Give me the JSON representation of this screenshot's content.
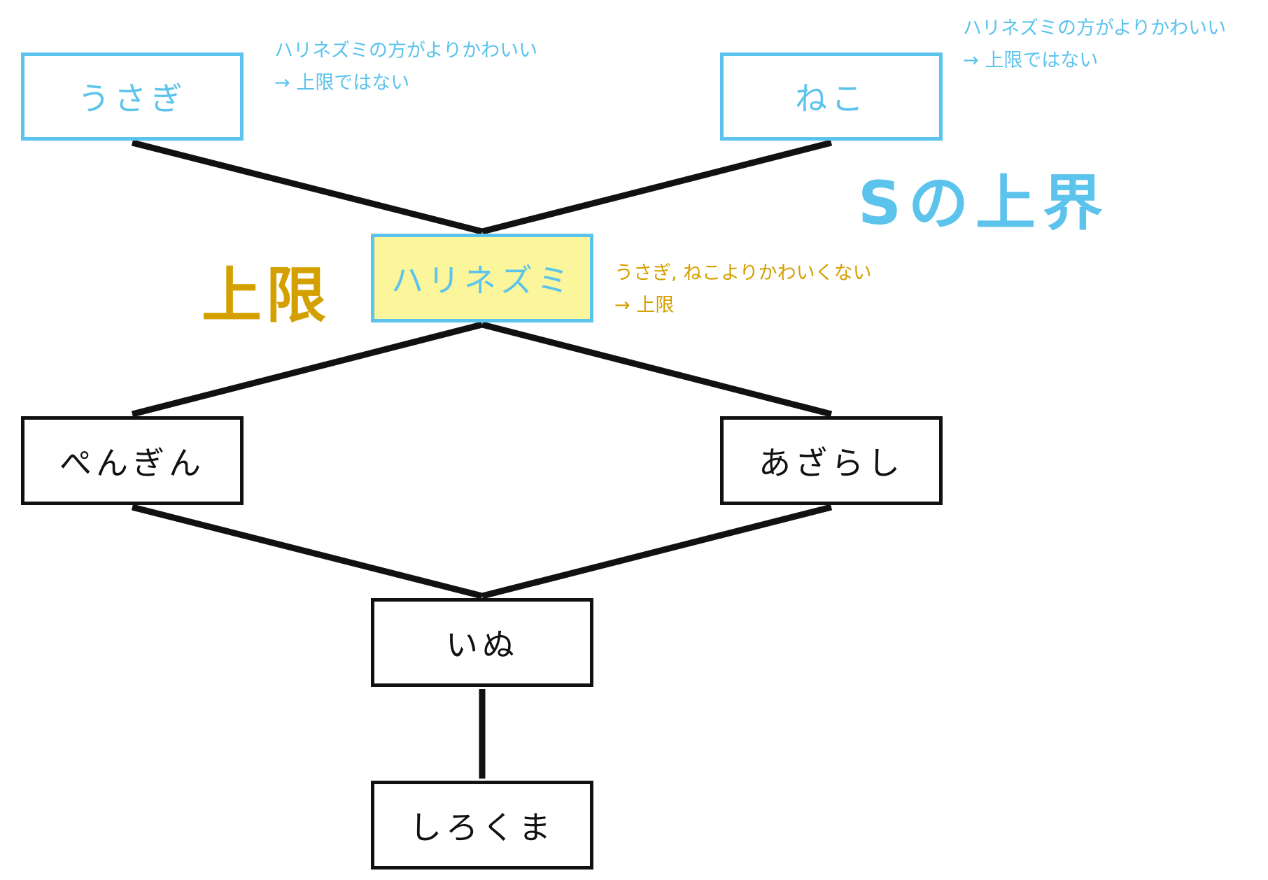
{
  "nodes": {
    "usagi": "うさぎ",
    "neko": "ねこ",
    "harinezumi": "ハリネズミ",
    "penguin": "ぺんぎん",
    "azarashi": "あざらし",
    "inu": "いぬ",
    "shirokuma": "しろくま"
  },
  "notes": {
    "usagi": {
      "line1": "ハリネズミの方がよりかわいい",
      "line2": "→ 上限ではない"
    },
    "neko": {
      "line1": "ハリネズミの方がよりかわいい",
      "line2": "→ 上限ではない"
    },
    "harinezumi": {
      "line1": "うさぎ, ねこよりかわいくない",
      "line2": "→ 上限"
    }
  },
  "labels": {
    "upper_bound": "Sの上界",
    "supremum": "上限"
  },
  "colors": {
    "upper_bound": "#5bc3ec",
    "supremum": "#d4a000",
    "highlight": "#fbf59b",
    "normal": "#111111"
  }
}
